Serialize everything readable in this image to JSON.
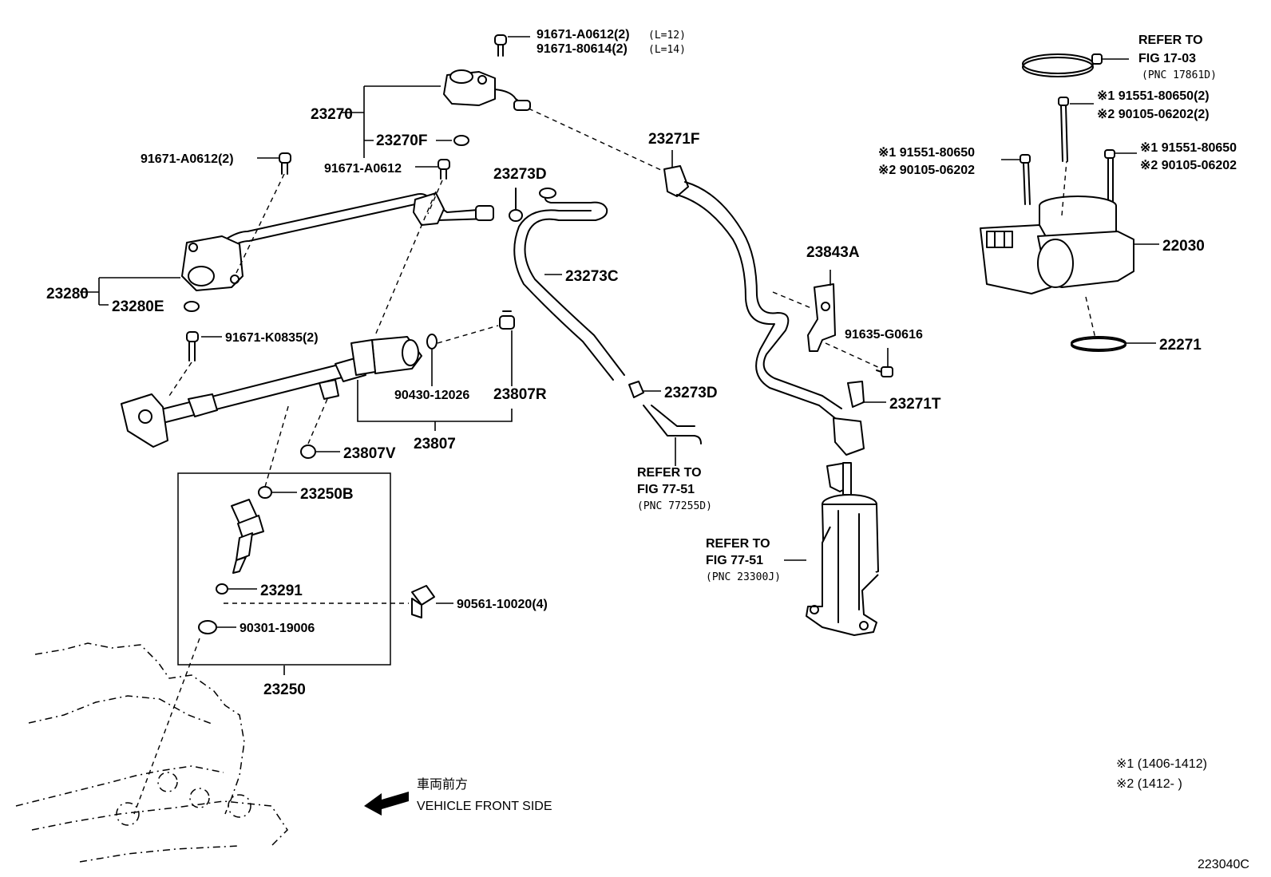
{
  "labels": {
    "p91671_a0612_2_l12": "91671-A0612(2)",
    "l12": "(L=12)",
    "p91671_80614_2": "91671-80614(2)",
    "l14": "(L=14)",
    "p23270": "23270",
    "p23270f": "23270F",
    "p91671_a0612_2": "91671-A0612(2)",
    "p91671_a0612": "91671-A0612",
    "p23273d_top": "23273D",
    "p23271f": "23271F",
    "p23273c": "23273C",
    "p23280": "23280",
    "p23280e": "23280E",
    "p91671_k0835": "91671-K0835(2)",
    "p90430": "90430-12026",
    "p23807r": "23807R",
    "p23807": "23807",
    "p23807v": "23807V",
    "p23250b": "23250B",
    "p23291": "23291",
    "p90301": "90301-19006",
    "p90561": "90561-10020(4)",
    "p23250": "23250",
    "p23273d_bottom": "23273D",
    "p23843a": "23843A",
    "p91635": "91635-G0616",
    "p23271t": "23271T",
    "p22030": "22030",
    "p22271": "22271"
  },
  "refer_notes": {
    "evap": {
      "line1": "REFER TO",
      "line2": "FIG 77-51",
      "line3": "(PNC 77255D)"
    },
    "canister": {
      "line1": "REFER TO",
      "line2": "FIG 77-51",
      "line3": "(PNC 23300J)"
    },
    "hose_clamp": {
      "line1": "REFER TO",
      "line2": "FIG 17-03",
      "line3": "(PNC 17861D)"
    }
  },
  "bolt_notes": {
    "top_right_1": "※1 91551-80650(2)",
    "top_right_2": "※2 90105-06202(2)",
    "left_1": "※1 91551-80650",
    "left_2": "※2 90105-06202",
    "right_1": "※1 91551-80650",
    "right_2": "※2 90105-06202"
  },
  "footnotes": {
    "note1": "※1 (1406-1412)",
    "note2": "※2 (1412-     )"
  },
  "direction": {
    "japanese": "車両前方",
    "english": "VEHICLE FRONT SIDE"
  },
  "figure_code": "223040C"
}
